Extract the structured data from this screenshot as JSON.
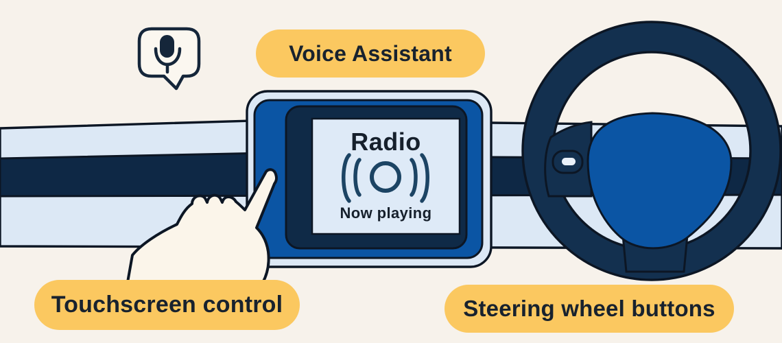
{
  "scene": {
    "description": "Car dashboard infographic showing infotainment control methods",
    "background": "#F7F2EB"
  },
  "palette": {
    "navy": "#13304F",
    "outline": "#0C1624",
    "accent_blue": "#0B55A4",
    "light_blue": "#DCE8F5",
    "screen_bg": "#DEEAF7",
    "callout_yellow": "#FBC860",
    "text_dark": "#16202C",
    "hand_cream": "#FBF5EA",
    "wave_blue": "#1C4464"
  },
  "callouts": {
    "voice_assistant": "Voice Assistant",
    "touchscreen_control": "Touchscreen control",
    "steering_wheel_buttons": "Steering wheel buttons"
  },
  "infotainment": {
    "title": "Radio",
    "status": "Now playing"
  },
  "icons": {
    "microphone_bubble": "microphone inside speech bubble",
    "radio_waves": "ring with broadcast wave arcs",
    "steering_button": "rounded button with dash on left spoke",
    "pointing_hand": "hand with index finger touching screen"
  }
}
